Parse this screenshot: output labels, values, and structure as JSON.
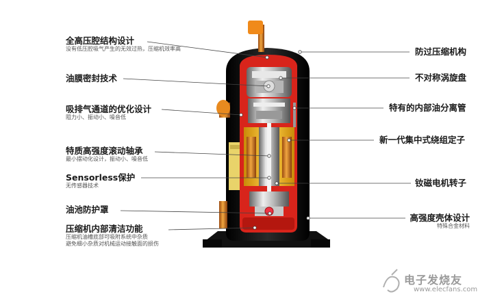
{
  "left_labels": [
    {
      "id": "high-pressure",
      "title": "全高压腔结构设计",
      "sub": [
        "没有低压腔吸气产生的无效过热，压缩机效率高"
      ]
    },
    {
      "id": "oil-film",
      "title": "油膜密封技术",
      "sub": []
    },
    {
      "id": "discharge",
      "title": "吸排气通道的优化设计",
      "sub": [
        "阻力小、振动小、噪音低"
      ]
    },
    {
      "id": "bearing",
      "title": "特质高强度滚动轴承",
      "sub": [
        "最小摆动化设计，振动小、噪音低"
      ]
    },
    {
      "id": "sensorless",
      "title": "Sensorless保护",
      "sub": [
        "无传感器技术"
      ]
    },
    {
      "id": "oil-pool",
      "title": "油池防护罩",
      "sub": []
    },
    {
      "id": "cleaning",
      "title": "压缩机内部清洁功能",
      "sub": [
        "压缩机油槽底部可吸附系统中杂质",
        "避免细小杂质对机械运动接触面的损伤"
      ]
    }
  ],
  "right_labels": [
    {
      "id": "anti-reverse",
      "title": "防过压缩机构",
      "sub": []
    },
    {
      "id": "asym-scroll",
      "title": "不对称涡旋盘",
      "sub": []
    },
    {
      "id": "oil-separator",
      "title": "特有的内部油分离管",
      "sub": []
    },
    {
      "id": "winding",
      "title": "新一代集中式绕组定子",
      "sub": []
    },
    {
      "id": "rotor",
      "title": "钕磁电机转子",
      "sub": []
    },
    {
      "id": "shell",
      "title": "高强度壳体设计",
      "sub": [
        "特殊合金材料"
      ]
    }
  ],
  "watermark": {
    "title": "电子发烧友",
    "url": "www.elecfans.com"
  },
  "colors": {
    "cutaway_red": "#d8241b",
    "yolk": "#f2b418",
    "copper": "#d9861f",
    "shell": "#0c0c0c",
    "line": "#444444"
  }
}
